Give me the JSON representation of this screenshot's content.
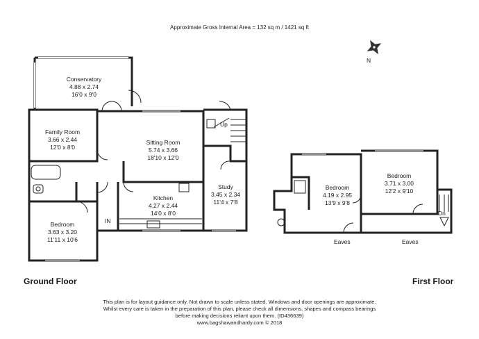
{
  "header": {
    "area_text": "Approximate Gross Internal Area = 132 sq m / 1421 sq ft"
  },
  "compass": {
    "north_label": "N"
  },
  "ground_floor": {
    "title": "Ground Floor",
    "rooms": [
      {
        "key": "conservatory",
        "name": "Conservatory",
        "metric": "4.88 x 2.74",
        "imperial": "16'0 x 9'0"
      },
      {
        "key": "family_room",
        "name": "Family Room",
        "metric": "3.66 x 2.44",
        "imperial": "12'0 x 8'0"
      },
      {
        "key": "sitting_room",
        "name": "Sitting Room",
        "metric": "5.74 x 3.66",
        "imperial": "18'10 x 12'0"
      },
      {
        "key": "kitchen",
        "name": "Kitchen",
        "metric": "4.27 x 2.44",
        "imperial": "14'0 x 8'0"
      },
      {
        "key": "study",
        "name": "Study",
        "metric": "3.45 x 2.34",
        "imperial": "11'4 x 7'8"
      },
      {
        "key": "bedroom",
        "name": "Bedroom",
        "metric": "3.63 x 3.20",
        "imperial": "11'11 x 10'6"
      }
    ],
    "labels": {
      "up": "Up",
      "entrance": "IN"
    }
  },
  "first_floor": {
    "title": "First Floor",
    "rooms": [
      {
        "key": "bedroom_left",
        "name": "Bedroom",
        "metric": "4.19 x 2.95",
        "imperial": "13'9 x 9'8"
      },
      {
        "key": "bedroom_right",
        "name": "Bedroom",
        "metric": "3.71 x 3.00",
        "imperial": "12'2 x 9'10"
      }
    ],
    "labels": {
      "down": "Dn",
      "eaves_left": "Eaves",
      "eaves_right": "Eaves"
    }
  },
  "footer": {
    "line1": "This plan is for layout guidance only. Not drawn to scale unless stated. Windows and door openings are approximate.",
    "line2": "Whilst every care is taken in the preparation of this plan, please check all dimensions, shapes and compass bearings",
    "line3": "before making decisions reliant upon them. (ID436639)",
    "line4": "www.bagshawandhardy.com © 2018"
  }
}
